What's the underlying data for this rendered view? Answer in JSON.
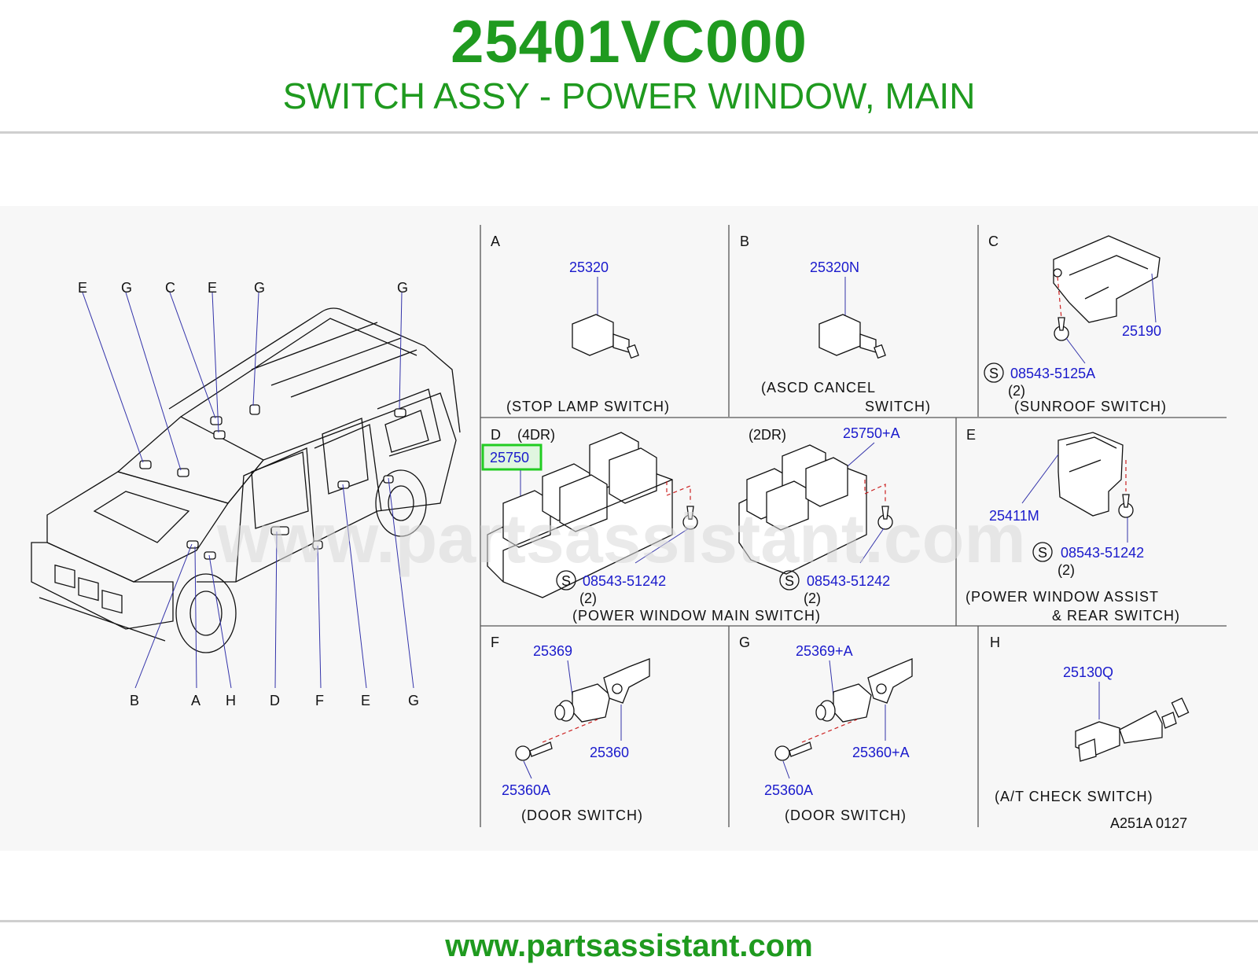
{
  "header": {
    "part_number": "25401VC000",
    "description": "SWITCH ASSY - POWER WINDOW, MAIN"
  },
  "footer": {
    "url": "www.partsassistant.com"
  },
  "watermark": "www.partsassistant.com",
  "colors": {
    "brand_green": "#1f9a1f",
    "part_blue": "#1a1acc",
    "highlight_green": "#22cc22"
  },
  "vehicle": {
    "top_labels": [
      "E",
      "G",
      "C",
      "E",
      "G",
      "G"
    ],
    "bottom_labels": [
      "B",
      "A",
      "H",
      "D",
      "F",
      "E",
      "G"
    ]
  },
  "panels": {
    "A": {
      "letter": "A",
      "part": "25320",
      "caption": "(STOP   LAMP   SWITCH)"
    },
    "B": {
      "letter": "B",
      "part": "25320N",
      "caption1": "(ASCD   CANCEL",
      "caption2": "SWITCH)"
    },
    "C": {
      "letter": "C",
      "part": "25190",
      "s_symbol": "S",
      "screw": "08543-5125A",
      "qty": "(2)",
      "caption": "(SUNROOF   SWITCH)"
    },
    "D": {
      "letter": "D",
      "variant_4dr": "(4DR)",
      "part_4dr": "25750",
      "variant_2dr": "(2DR)",
      "part_2dr": "25750+A",
      "s_symbol": "S",
      "screw_4dr": "08543-51242",
      "qty_4dr": "(2)",
      "screw_2dr": "08543-51242",
      "qty_2dr": "(2)",
      "caption": "(POWER   WINDOW   MAIN   SWITCH)"
    },
    "E": {
      "letter": "E",
      "part": "25411M",
      "s_symbol": "S",
      "screw": "08543-51242",
      "qty": "(2)",
      "caption1": "(POWER   WINDOW   ASSIST",
      "caption2": "&   REAR   SWITCH)"
    },
    "F": {
      "letter": "F",
      "part1": "25369",
      "part2": "25360",
      "part3": "25360A",
      "caption": "(DOOR   SWITCH)"
    },
    "G": {
      "letter": "G",
      "part1": "25369+A",
      "part2": "25360+A",
      "part3": "25360A",
      "caption": "(DOOR   SWITCH)"
    },
    "H": {
      "letter": "H",
      "part": "25130Q",
      "caption": "(A/T   CHECK   SWITCH)",
      "code": "A251A   0127"
    }
  }
}
